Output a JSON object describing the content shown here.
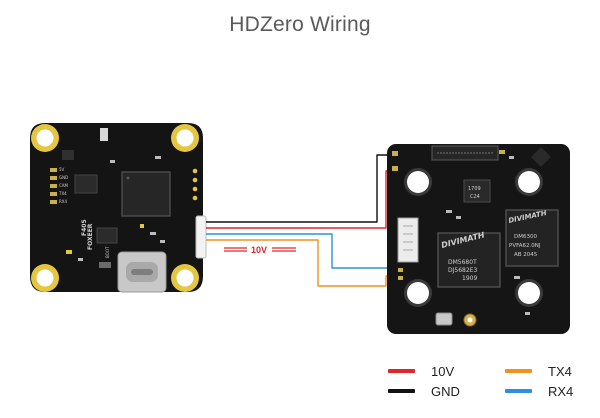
{
  "title": "HDZero Wiring",
  "wire_label": "10V",
  "colors": {
    "10V": "#e0262b",
    "GND": "#111111",
    "TX4": "#f0921e",
    "RX4": "#2f8ee0"
  },
  "legend": [
    {
      "label": "10V",
      "color": "#e0262b"
    },
    {
      "label": "GND",
      "color": "#111111"
    },
    {
      "label": "TX4",
      "color": "#f0921e"
    },
    {
      "label": "RX4",
      "color": "#2f8ee0"
    }
  ],
  "fc_board": {
    "brand": "FOXEER",
    "model": "F405",
    "button": "BOOT",
    "pads_left": [
      "5V",
      "GND",
      "CAM",
      "TX4",
      "RX4"
    ]
  },
  "vtx_board": {
    "brand": "DIVIMATH",
    "chip1": [
      "DM5680T",
      "DJ5682E3",
      "1909"
    ],
    "chip2": [
      "DM6300",
      "PVFA62.0NJ",
      "AB 2045"
    ],
    "small_chip": [
      "1709",
      "C24"
    ]
  }
}
